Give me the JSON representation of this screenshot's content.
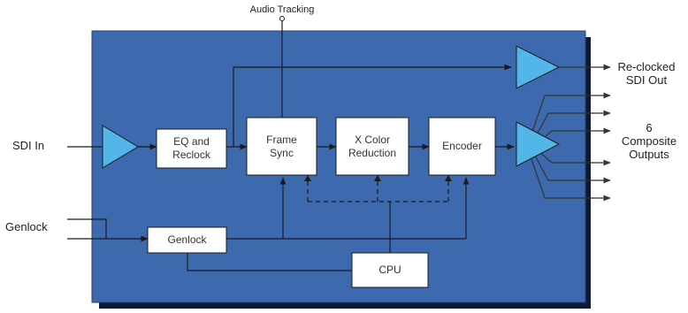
{
  "labels": {
    "audio_tracking": "Audio Tracking",
    "sdi_in": "SDI In",
    "genlock_in": "Genlock",
    "reclocked_line1": "Re-clocked",
    "reclocked_line2": "SDI Out",
    "composite_count": "6",
    "composite_line1": "Composite",
    "composite_line2": "Outputs"
  },
  "blocks": {
    "eq_line1": "EQ and",
    "eq_line2": "Reclock",
    "fs_line1": "Frame",
    "fs_line2": "Sync",
    "xcolor_line1": "X Color",
    "xcolor_line2": "Reduction",
    "encoder": "Encoder",
    "genlock": "Genlock",
    "cpu": "CPU"
  },
  "colors": {
    "board": "#3d6aae",
    "board_shadow": "#0e1a35",
    "block_fill": "#ffffff",
    "line": "#1b1b1b",
    "arrow": "#333333"
  }
}
